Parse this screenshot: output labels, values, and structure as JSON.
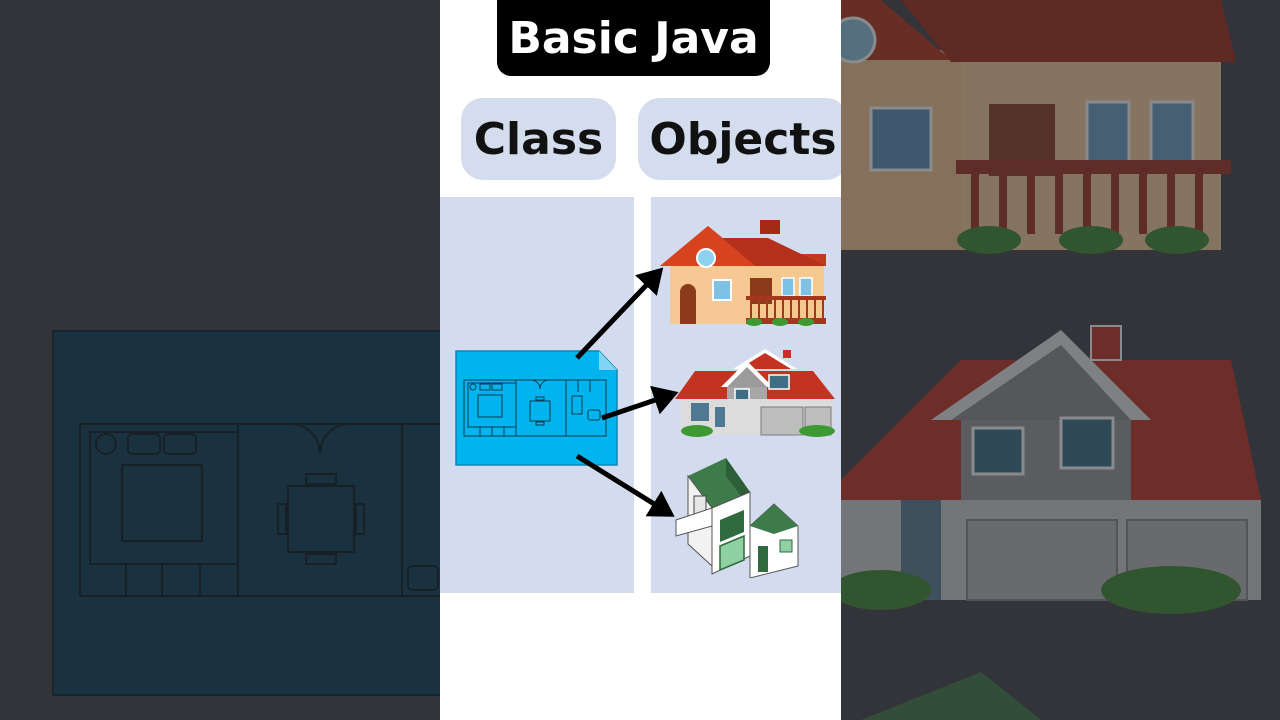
{
  "title": "Basic Java",
  "labels": {
    "class": "Class",
    "objects": "Objects"
  },
  "colors": {
    "blueprint": "#00b5ee",
    "panel": "#d3dcee",
    "pill": "#d4ddee",
    "roof_red": "#c0301f",
    "roof_green": "#3e7b4a"
  },
  "diagram": {
    "source": "blueprint-icon",
    "targets": [
      "house-icon",
      "villa-icon",
      "modern-house-icon"
    ]
  }
}
